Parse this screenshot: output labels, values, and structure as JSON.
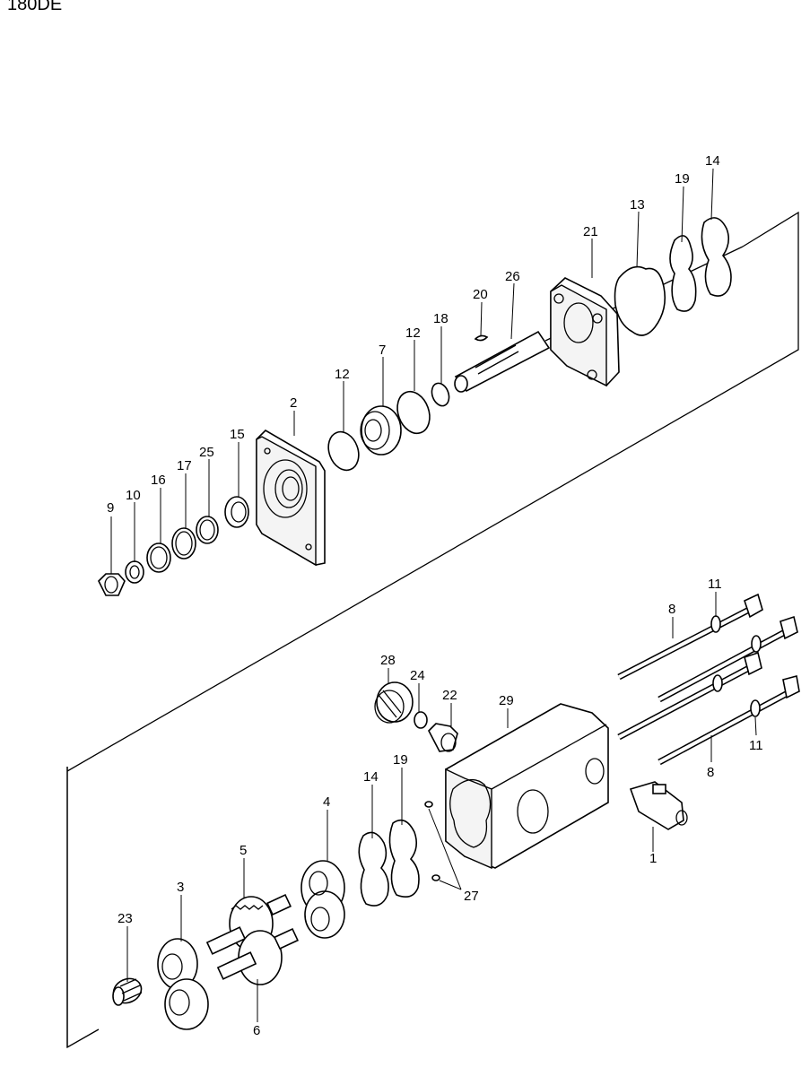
{
  "title": "180DE",
  "callouts": [
    {
      "id": "c1",
      "label": "14"
    },
    {
      "id": "c2",
      "label": "19"
    },
    {
      "id": "c3",
      "label": "13"
    },
    {
      "id": "c4",
      "label": "21"
    },
    {
      "id": "c5",
      "label": "26"
    },
    {
      "id": "c6",
      "label": "20"
    },
    {
      "id": "c7",
      "label": "18"
    },
    {
      "id": "c8",
      "label": "12"
    },
    {
      "id": "c9",
      "label": "7"
    },
    {
      "id": "c10",
      "label": "12"
    },
    {
      "id": "c11",
      "label": "2"
    },
    {
      "id": "c12",
      "label": "15"
    },
    {
      "id": "c13",
      "label": "25"
    },
    {
      "id": "c14",
      "label": "17"
    },
    {
      "id": "c15",
      "label": "16"
    },
    {
      "id": "c16",
      "label": "10"
    },
    {
      "id": "c17",
      "label": "9"
    },
    {
      "id": "c18",
      "label": "11"
    },
    {
      "id": "c19",
      "label": "8"
    },
    {
      "id": "c20",
      "label": "11"
    },
    {
      "id": "c21",
      "label": "8"
    },
    {
      "id": "c22",
      "label": "28"
    },
    {
      "id": "c23",
      "label": "24"
    },
    {
      "id": "c24",
      "label": "22"
    },
    {
      "id": "c25",
      "label": "29"
    },
    {
      "id": "c26",
      "label": "1"
    },
    {
      "id": "c27",
      "label": "14"
    },
    {
      "id": "c28",
      "label": "19"
    },
    {
      "id": "c29",
      "label": "27"
    },
    {
      "id": "c30",
      "label": "4"
    },
    {
      "id": "c31",
      "label": "5"
    },
    {
      "id": "c32",
      "label": "3"
    },
    {
      "id": "c33",
      "label": "23"
    },
    {
      "id": "c34",
      "label": "6"
    }
  ]
}
